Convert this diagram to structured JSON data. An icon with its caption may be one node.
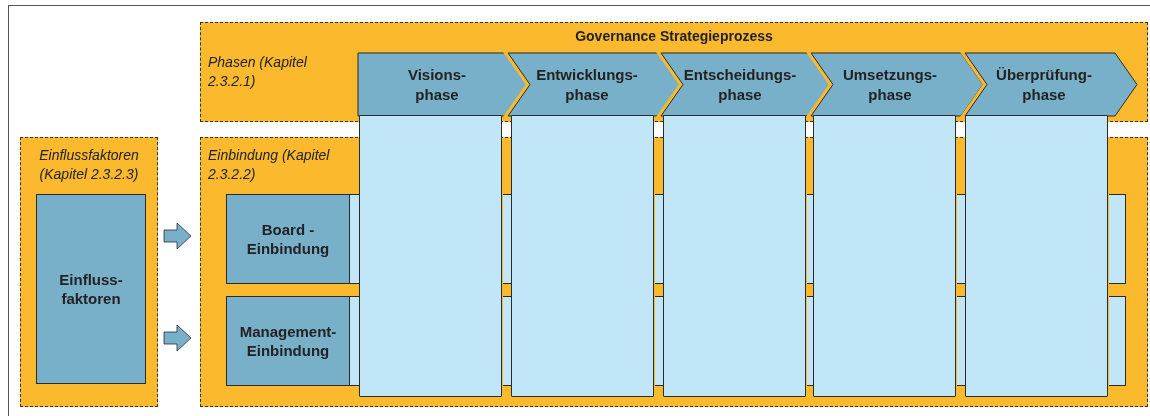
{
  "diagram": {
    "nodes": [
      {
        "text": [
          "Einflussfaktoren (Kapitel 2.3.2.3)"
        ]
      },
      {
        "text": [
          "Einfluss- faktoren"
        ],
        "in": 0
      },
      {
        "text": [
          "Governance Strategieprozess",
          "Phasen (Kapitel 2.3.2.1)"
        ]
      },
      {
        "text": [
          "Visions- phase"
        ],
        "in": 2
      },
      {
        "text": [
          "Entwicklungs- phase"
        ],
        "in": 2
      },
      {
        "text": [
          "Entscheidungs- phase"
        ],
        "in": 2
      },
      {
        "text": [
          "Umsetzungs- phase"
        ],
        "in": 2
      },
      {
        "text": [
          "Überprüfung- phase"
        ],
        "in": 2
      },
      {
        "text": [
          "Einbindung (Kapitel 2.3.2.2)"
        ]
      },
      {
        "text": [
          "Board - Einbindung"
        ],
        "in": 8
      },
      {
        "text": [
          "Management- Einbindung"
        ],
        "in": 8
      },
      {
        "text": [],
        "shape": "bar",
        "in": 8
      },
      {
        "text": [],
        "shape": "bar",
        "in": 8
      },
      {
        "text": [],
        "shape": "box"
      },
      {
        "text": [],
        "shape": "box"
      },
      {
        "text": [],
        "shape": "box"
      },
      {
        "text": [],
        "shape": "box"
      },
      {
        "text": [],
        "shape": "box"
      }
    ],
    "edges": [
      {
        "from": 0,
        "to": 8,
        "arrow": "to"
      },
      {
        "from": 0,
        "to": 8,
        "arrow": "to"
      }
    ]
  }
}
